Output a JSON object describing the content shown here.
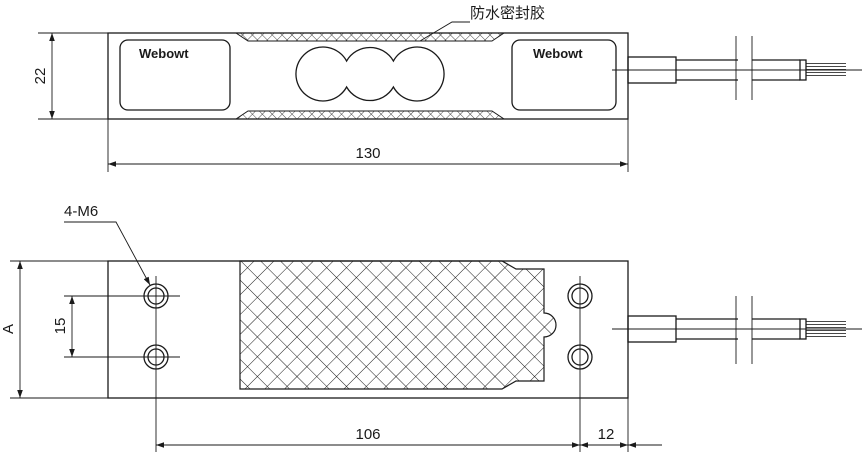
{
  "top_view": {
    "brand_left": "Webowt",
    "brand_right": "Webowt",
    "seal_label": "防水密封胶",
    "dim_height": "22",
    "dim_length": "130"
  },
  "bottom_view": {
    "hole_label": "4-M6",
    "dim_height": "A",
    "dim_hole_spacing_v": "15",
    "dim_hole_spacing_h": "106",
    "dim_end_offset": "12"
  }
}
